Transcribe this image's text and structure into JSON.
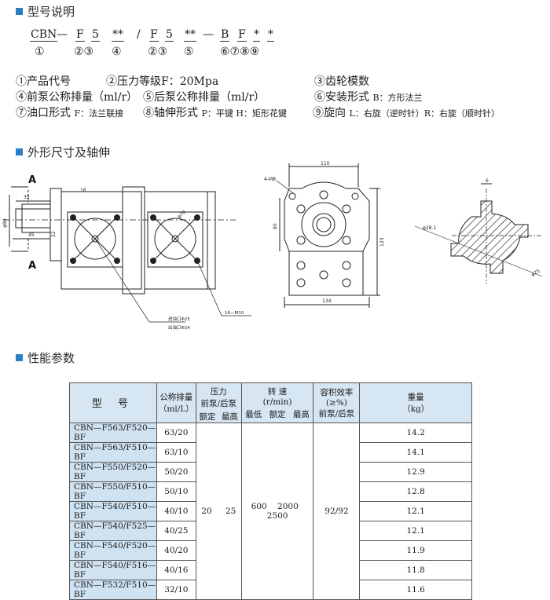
{
  "sections": {
    "model": "型号说明",
    "dimensions": "外形尺寸及轴伸",
    "performance": "性能参数"
  },
  "code": {
    "p1": "CBN",
    "d1": "—",
    "p2": "F",
    "p3": "5",
    "p4": "**",
    "slash": "/",
    "p5": "F",
    "p6": "5",
    "p7": "**",
    "d2": "—",
    "p8": "B",
    "p9": "F",
    "p10": "*",
    "p11": "*"
  },
  "code_nums": [
    "①",
    "②③",
    "④",
    "②③",
    "⑤",
    "⑥⑦⑧⑨"
  ],
  "descriptions": {
    "l1a": "①产品代号",
    "l1b": "②压力等级F：20Mpa",
    "l1c": "③齿轮模数",
    "l2a": "④前泵公称排量（ml/r）",
    "l2b": "⑤后泵公称排量（ml/r）",
    "l2c": "⑥安装形式",
    "l2c_sm": "B：方形法兰",
    "l3a": "⑦油口形式",
    "l3a_sm": "F：法兰联接",
    "l3b": "⑧轴伸形式",
    "l3b_sm": "P：平键 H：矩形花键",
    "l3c": "⑨旋向",
    "l3c_sm": "L：右旋（逆时针）R：右旋（顺时针）"
  },
  "drawing_labels": {
    "a_top": "A",
    "a_bottom": "A",
    "dim_110": "110",
    "dim_134": "134",
    "dim_80": "80",
    "dim_123": "123",
    "dim_6": "6",
    "dia_90": "φ90",
    "dim_35": "35",
    "dim_45": "45",
    "dim_22": "22",
    "dim_16": "16",
    "dia_70": "φ70",
    "dia_28": "φ28.1",
    "dia_25": "φ25",
    "bolt_m8": "4-M8",
    "thread_m10": "16—M10",
    "note1": "进油口Φ25",
    "note2": "出油口Φ24"
  },
  "table": {
    "headers": {
      "model": "型  号",
      "displacement": "公称排量",
      "displacement_unit": "（ml/L）",
      "pressure": "压力",
      "pressure_sub": "前泵/后泵",
      "pressure_rated": "额定",
      "pressure_max": "最高",
      "speed": "转  速",
      "speed_unit": "(r/min)",
      "speed_min": "最低",
      "speed_rated": "额定",
      "speed_max": "最高",
      "efficiency": "容积效率",
      "efficiency_unit": "(≥%)",
      "efficiency_sub": "前泵/后泵",
      "weight": "重量",
      "weight_unit": "（kg）"
    },
    "shared": {
      "pressure_rated": "20",
      "pressure_max": "25",
      "speed_min": "600",
      "speed_rated": "2000",
      "speed_max": "2500",
      "efficiency": "92/92"
    },
    "rows": [
      {
        "model": "CBN—F563/F520—BF",
        "displacement": "63/20",
        "weight": "14.2"
      },
      {
        "model": "CBN—F563/F510—BF",
        "displacement": "63/10",
        "weight": "14.1"
      },
      {
        "model": "CBN—F550/F520—BF",
        "displacement": "50/20",
        "weight": "12.9"
      },
      {
        "model": "CBN—F550/F510—BF",
        "displacement": "50/10",
        "weight": "12.8"
      },
      {
        "model": "CBN—F540/F510—BF",
        "displacement": "40/10",
        "weight": "12.1"
      },
      {
        "model": "CBN—F540/F525—BF",
        "displacement": "40/25",
        "weight": "12.1"
      },
      {
        "model": "CBN—F540/F520—BF",
        "displacement": "40/20",
        "weight": "11.9"
      },
      {
        "model": "CBN—F540/F516—BF",
        "displacement": "40/16",
        "weight": "11.8"
      },
      {
        "model": "CBN—F532/F510—BF",
        "displacement": "32/10",
        "weight": "11.6"
      }
    ]
  },
  "colors": {
    "accent": "#2a7fc4",
    "header_bg": "#d6e6f2",
    "model_bg": "#cfe2f1"
  }
}
